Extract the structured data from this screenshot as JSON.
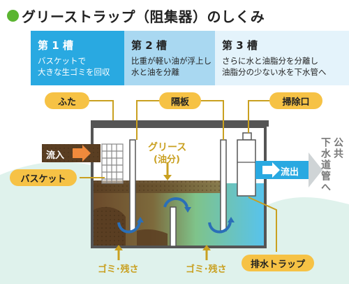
{
  "title": "グリーストラップ（阻集器）のしくみ",
  "steps": [
    {
      "title": "第 1 槽",
      "desc": "バスケットで\n大きな生ゴミを回収"
    },
    {
      "title": "第 2 槽",
      "desc": "比重が軽い油が浮上し\n水と油を分離"
    },
    {
      "title": "第 3 槽",
      "desc": "さらに水と油脂分を分離し\n油脂分の少ない水を下水管へ"
    }
  ],
  "callouts": {
    "lid": "ふた",
    "partition": "隔板",
    "cleanout": "掃除口",
    "basket": "バスケット",
    "drain_trap": "排水トラップ"
  },
  "labels": {
    "inflow": "流入",
    "outflow": "流出",
    "grease_line1": "グリース",
    "grease_line2": "(油分)",
    "debris_left": "ゴミ･残さ",
    "debris_right": "ゴミ･残さ",
    "sewer_col1": "公共",
    "sewer_col2": "下水道管へ"
  },
  "colors": {
    "accent_green": "#5bb531",
    "step1_bg": "#29a9e1",
    "step2_bg": "#a9d8f1",
    "step3_bg": "#e4f3fb",
    "callout_bg": "#f6c245",
    "arrow_orange": "#f08a3c",
    "flow_blue": "#2a6fb8",
    "sludge_brown": "#6b4a2b",
    "ground_mint": "#dff2ec"
  }
}
